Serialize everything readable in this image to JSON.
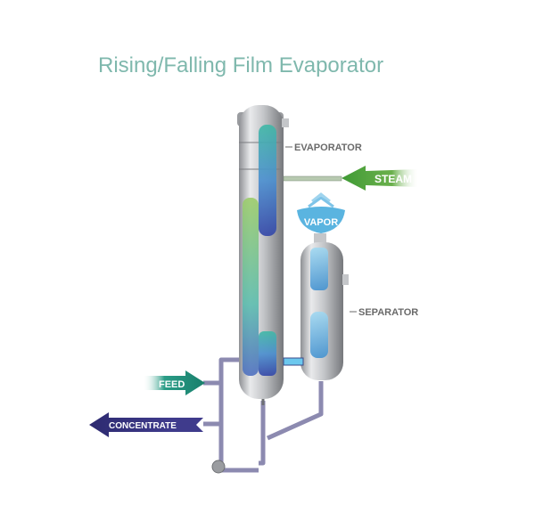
{
  "title": "Rising/Falling Film Evaporator",
  "labels": {
    "evaporator": "EVAPORATOR",
    "steam": "STEAM",
    "vapor": "VAPOR",
    "separator": "SEPARATOR",
    "feed": "FEED",
    "concentrate": "CONCENTRATE"
  },
  "colors": {
    "title": "#7fb8ad",
    "steam": "#4a9e3a",
    "feed": "#1f8f7a",
    "concentrate": "#34307a",
    "vapor": "#4aa8d8",
    "vessel": "#b7b9bc",
    "label": "#6a6a6a"
  }
}
